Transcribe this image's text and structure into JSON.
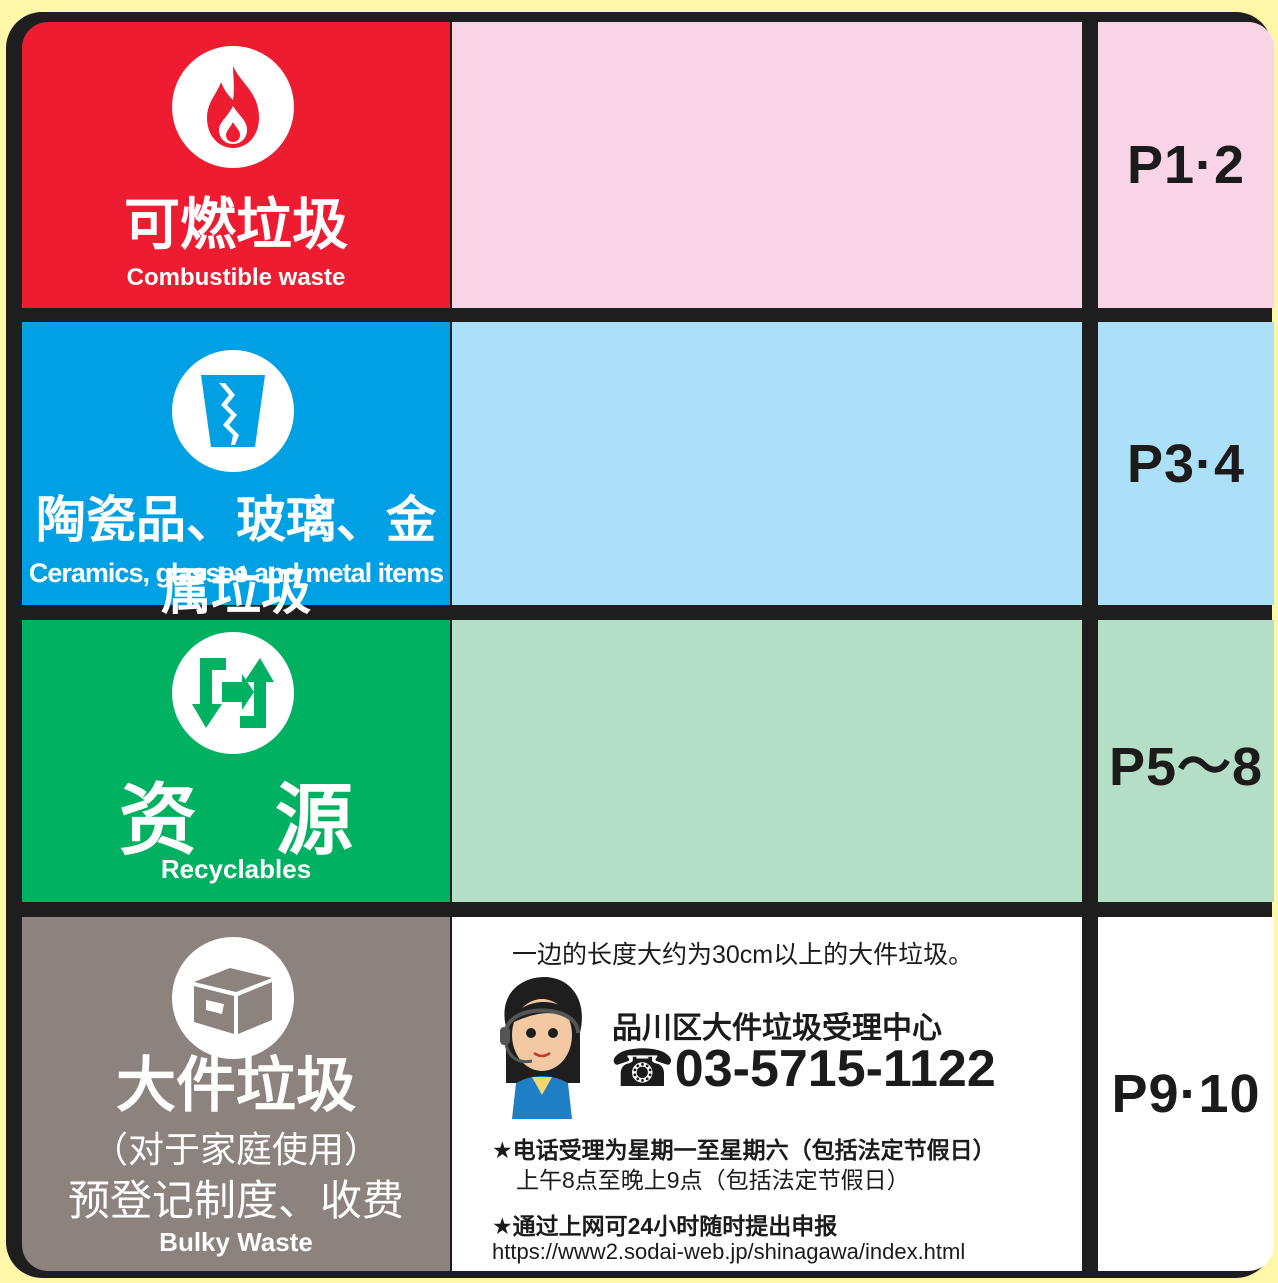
{
  "categories": [
    {
      "name_cn": "可燃垃圾",
      "name_en": "Combustible waste",
      "page": "P1·2",
      "icon": "flame-icon"
    },
    {
      "name_cn": "陶瓷品、玻璃、金属垃圾",
      "name_en": "Ceramics, glasses and metal items",
      "page": "P3·4",
      "icon": "broken-glass-icon"
    },
    {
      "name_cn": "资　源",
      "name_en": "Recyclables",
      "page": "P5～8",
      "icon": "recycle-arrows-icon"
    },
    {
      "name_cn": "大件垃圾",
      "sub1": "（对于家庭使用）",
      "sub2": "预登记制度、收费",
      "name_en": "Bulky Waste",
      "page": "P9·10",
      "icon": "box-icon"
    }
  ],
  "bulky": {
    "size_note": "一边的长度大约为30cm以上的大件垃圾。",
    "center_name": "品川区大件垃圾受理中心",
    "phone_symbol": "☎",
    "phone": "03-5715-1122",
    "hours_title": "★电话受理为星期一至星期六（包括法定节假日）",
    "hours": "上午8点至晚上9点（包括法定节假日）",
    "online_title": "★通过上网可24小时随时提出申报",
    "url": "https://www2.sodai-web.jp/shinagawa/index.html"
  },
  "colors": {
    "combustible": "#ee1c30",
    "ceramics": "#00a0e4",
    "recyclables": "#00b161",
    "bulky": "#8c827e"
  }
}
